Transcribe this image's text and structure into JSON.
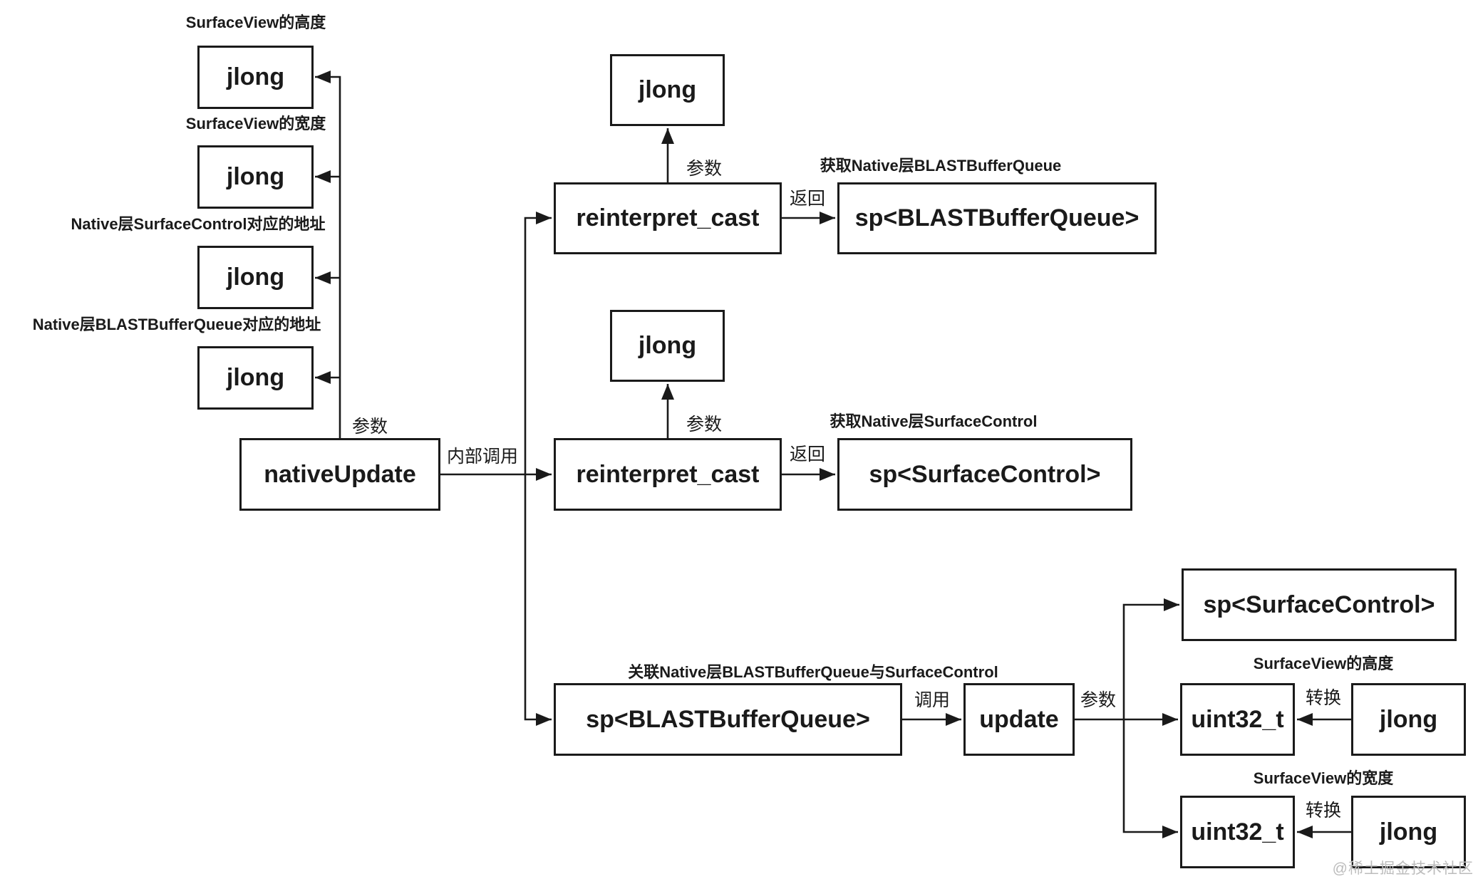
{
  "colors": {
    "ink": "#1a1a1a",
    "background": "#ffffff",
    "watermark": "#bcbcbc"
  },
  "nodes": {
    "jlong": "jlong",
    "uint32": "uint32_t",
    "cast": "reinterpret_cast",
    "sp_bbq": "sp<BLASTBufferQueue>",
    "sp_sc": "sp<SurfaceControl>",
    "native_update": "nativeUpdate",
    "update": "update"
  },
  "captions": {
    "sv_height": "SurfaceView的高度",
    "sv_width": "SurfaceView的宽度",
    "native_sc_addr": "Native层SurfaceControl对应的地址",
    "native_bbq_addr": "Native层BLASTBufferQueue对应的地址",
    "get_native_bbq": "获取Native层BLASTBufferQueue",
    "get_native_sc": "获取Native层SurfaceControl",
    "link_bbq_sc": "关联Native层BLASTBufferQueue与SurfaceControl"
  },
  "edge_labels": {
    "param": "参数",
    "internal_call": "内部调用",
    "ret": "返回",
    "call": "调用",
    "convert": "转换"
  },
  "watermark": "@稀土掘金技术社区"
}
